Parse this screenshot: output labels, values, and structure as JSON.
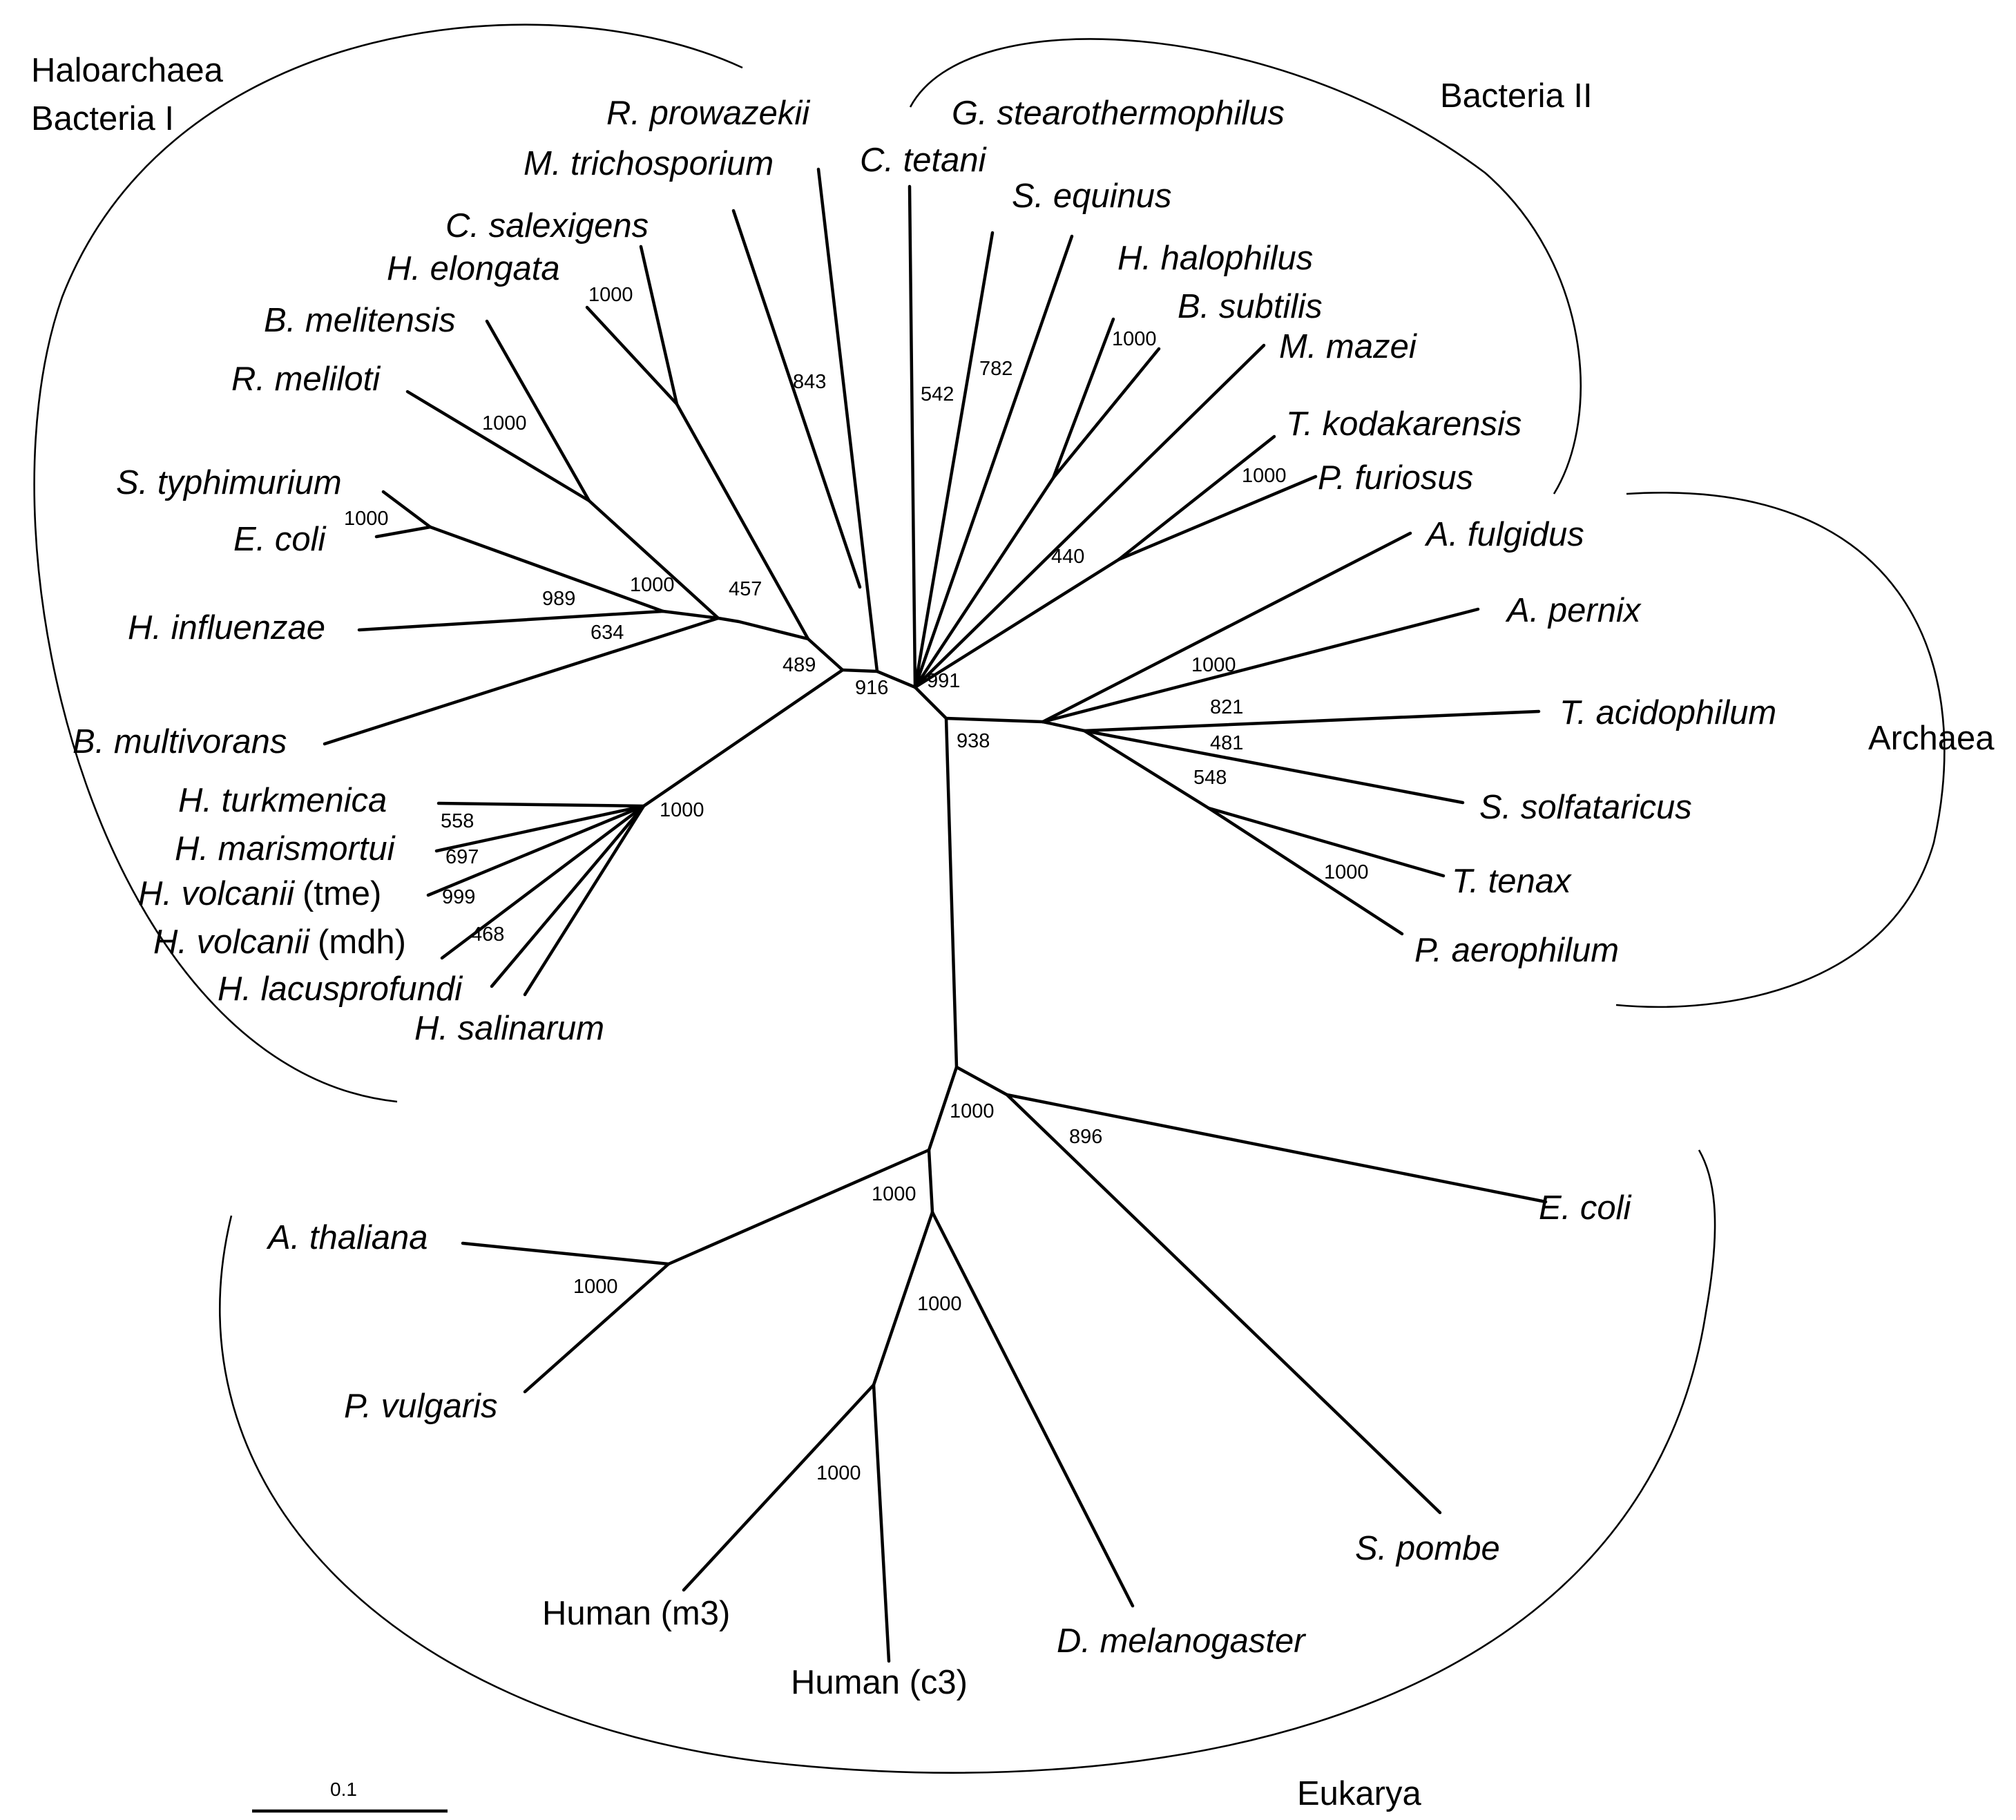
{
  "groups": {
    "haloarchaea": "Haloarchaea",
    "bacteria_1": "Bacteria I",
    "bacteria_2": "Bacteria II",
    "archaea": "Archaea",
    "eukarya": "Eukarya"
  },
  "taxa": {
    "r_prowazekii": "R. prowazekii",
    "m_trichosporium": "M. trichosporium",
    "c_salexigens": "C. salexigens",
    "h_elongata": "H. elongata",
    "b_melitensis": "B. melitensis",
    "r_meliloti": "R. meliloti",
    "s_typhimurium": "S. typhimurium",
    "e_coli_bact": "E. coli",
    "h_influenzae": "H. influenzae",
    "b_multivorans": "B. multivorans",
    "h_turkmenica": "H. turkmenica",
    "h_marismortui": "H. marismortui",
    "h_volcanii": "H. volcanii",
    "tme": "(tme)",
    "mdh": "(mdh)",
    "h_lacusprofundi": "H. lacusprofundi",
    "h_salinarum": "H. salinarum",
    "g_stearothermophilus": "G. stearothermophilus",
    "c_tetani": "C. tetani",
    "s_equinus": "S. equinus",
    "h_halophilus": "H. halophilus",
    "b_subtilis": "B. subtilis",
    "m_mazei": "M. mazei",
    "t_kodakarensis": "T. kodakarensis",
    "p_furiosus": "P. furiosus",
    "a_fulgidus": "A. fulgidus",
    "a_pernix": "A. pernix",
    "t_acidophilum": "T. acidophilum",
    "s_solfataricus": "S. solfataricus",
    "t_tenax": "T. tenax",
    "p_aerophilum": "P. aerophilum",
    "e_coli_euk": "E. coli",
    "a_thaliana": "A. thaliana",
    "p_vulgaris": "P. vulgaris",
    "human_m3": "Human (m3)",
    "human_c3": "Human (c3)",
    "d_melanogaster": "D. melanogaster",
    "s_pombe": "S. pombe"
  },
  "bootstrap": {
    "b_1000_calex": "1000",
    "b_843": "843",
    "b_542": "542",
    "b_782": "782",
    "b_1000_hhal": "1000",
    "b_1000_rmel": "1000",
    "b_1000_styp": "1000",
    "b_989": "989",
    "b_1000_hinf": "1000",
    "b_457": "457",
    "b_634": "634",
    "b_489": "489",
    "b_916": "916",
    "b_991": "991",
    "b_440": "440",
    "b_1000_pfur": "1000",
    "b_938": "938",
    "b_1000_aper": "1000",
    "b_821": "821",
    "b_481": "481",
    "b_548": "548",
    "b_1000_ttenax": "1000",
    "b_1000_halo": "1000",
    "b_558": "558",
    "b_697": "697",
    "b_999": "999",
    "b_468": "468",
    "b_1000_euk": "1000",
    "b_896": "896",
    "b_1000_plant": "1000",
    "b_1000_athal": "1000",
    "b_1000_dmel": "1000",
    "b_1000_human": "1000"
  },
  "scale_bar": {
    "label": "0.1"
  }
}
